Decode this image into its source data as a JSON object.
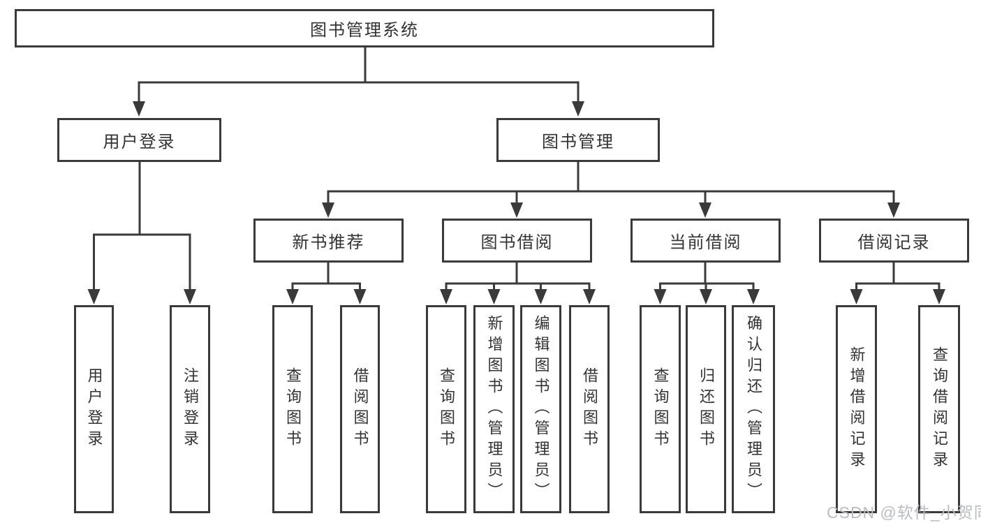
{
  "diagram": {
    "title": "图书管理系统",
    "branches": [
      {
        "label": "用户登录",
        "children": [
          {
            "label": "用户登录"
          },
          {
            "label": "注销登录"
          }
        ]
      },
      {
        "label": "图书管理",
        "children": [
          {
            "label": "新书推荐",
            "children": [
              {
                "label": "查询图书"
              },
              {
                "label": "借阅图书"
              }
            ]
          },
          {
            "label": "图书借阅",
            "children": [
              {
                "label": "查询图书"
              },
              {
                "label": "新增图书（管理员）"
              },
              {
                "label": "编辑图书（管理员）"
              },
              {
                "label": "借阅图书"
              }
            ]
          },
          {
            "label": "当前借阅",
            "children": [
              {
                "label": "查询图书"
              },
              {
                "label": "归还图书"
              },
              {
                "label": "确认归还（管理员）"
              }
            ]
          },
          {
            "label": "借阅记录",
            "children": [
              {
                "label": "新增借阅记录"
              },
              {
                "label": "查询借阅记录"
              }
            ]
          }
        ]
      }
    ]
  },
  "watermark": {
    "text": "CSDN @软件_小贺同学"
  },
  "colors": {
    "line": "#3a3a3a",
    "text": "#333333",
    "watermark": "#b9bdc1",
    "background": "#ffffff"
  }
}
